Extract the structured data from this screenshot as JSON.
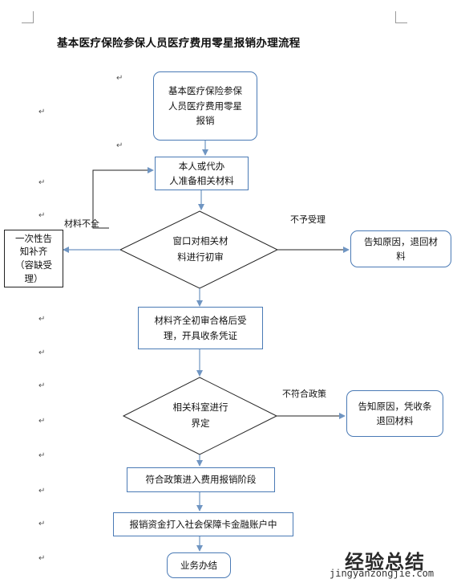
{
  "title": "基本医疗保险参保人员医疗费用零星报销办理流程",
  "paragraph_mark": "↵",
  "nodes": {
    "start": "基本医疗保险参保\n人员医疗费用零星\n报销",
    "prepare": "本人或代办\n人准备相关材料",
    "window_review": "窗口对相关材\n料进行初审",
    "one_time_notice": "一次性告\n知补齐\n（容缺受\n理）",
    "reject_return_1": "告知原因，退回材\n料",
    "accept": "材料齐全初审合格后受\n理，开具收条凭证",
    "dept_review": "相关科室进行\n界定",
    "reject_return_2": "告知原因，凭收条\n退回材料",
    "policy_ok": "符合政策进入费用报销阶段",
    "fund_transfer": "报销资金打入社会保障卡金融账户中",
    "done": "业务办结"
  },
  "edge_labels": {
    "incomplete": "材料不全",
    "not_accepted": "不予受理",
    "not_compliant": "不符合政策"
  },
  "colors": {
    "border": "#4a7ab5",
    "arrow": "#6f95c2"
  },
  "watermark": {
    "cn": "经验总结",
    "en": "jingyanzongjie.com"
  }
}
